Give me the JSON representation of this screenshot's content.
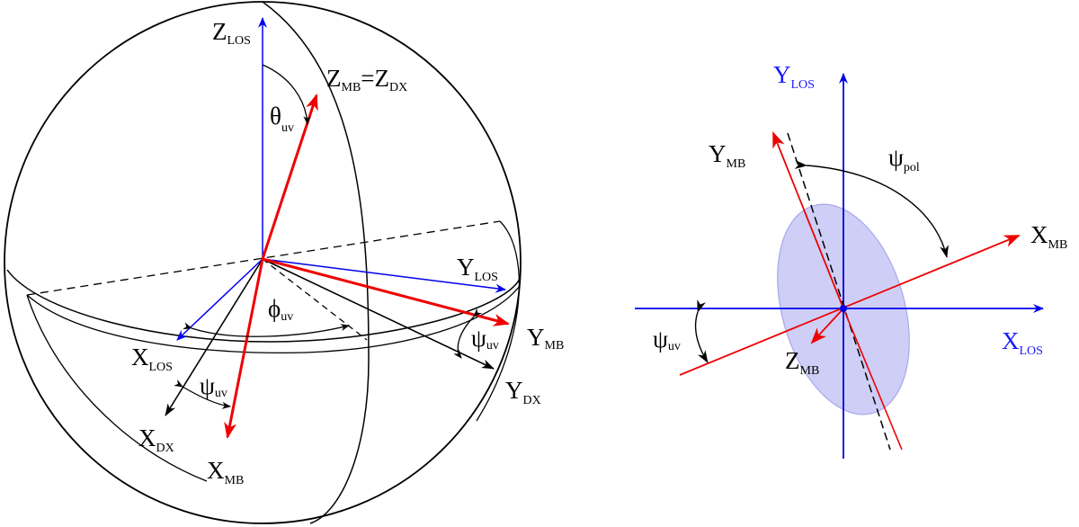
{
  "colors": {
    "los_axes": "#0000ee",
    "mb_axes": "#ee0000",
    "dx_axes": "#000000",
    "ellipse_fill": "#c9c9f5",
    "ellipse_stroke": "#a8a8ee"
  },
  "left": {
    "z_los": {
      "main": "Z",
      "sub": "LOS"
    },
    "z_mb_eq_z_dx": {
      "main1": "Z",
      "sub1": "MB",
      "eq": "=Z",
      "sub2": "DX"
    },
    "theta_uv": {
      "main": "θ",
      "sub": "uv"
    },
    "y_los": {
      "main": "Y",
      "sub": "LOS"
    },
    "phi_uv": {
      "main": "ϕ",
      "sub": "uv"
    },
    "psi_uv_right": {
      "main": "ψ",
      "sub": "uv"
    },
    "y_mb": {
      "main": "Y",
      "sub": "MB"
    },
    "y_dx": {
      "main": "Y",
      "sub": "DX"
    },
    "x_los": {
      "main": "X",
      "sub": "LOS"
    },
    "psi_uv_left": {
      "main": "ψ",
      "sub": "uv"
    },
    "x_dx": {
      "main": "X",
      "sub": "DX"
    },
    "x_mb": {
      "main": "X",
      "sub": "MB"
    }
  },
  "right": {
    "y_los": {
      "main": "Y",
      "sub": "LOS"
    },
    "y_mb": {
      "main": "Y",
      "sub": "MB"
    },
    "psi_pol": {
      "main": "ψ",
      "sub": "pol"
    },
    "x_mb": {
      "main": "X",
      "sub": "MB"
    },
    "psi_uv": {
      "main": "ψ",
      "sub": "uv"
    },
    "x_los": {
      "main": "X",
      "sub": "LOS"
    },
    "z_mb": {
      "main": "Z",
      "sub": "MB"
    }
  }
}
